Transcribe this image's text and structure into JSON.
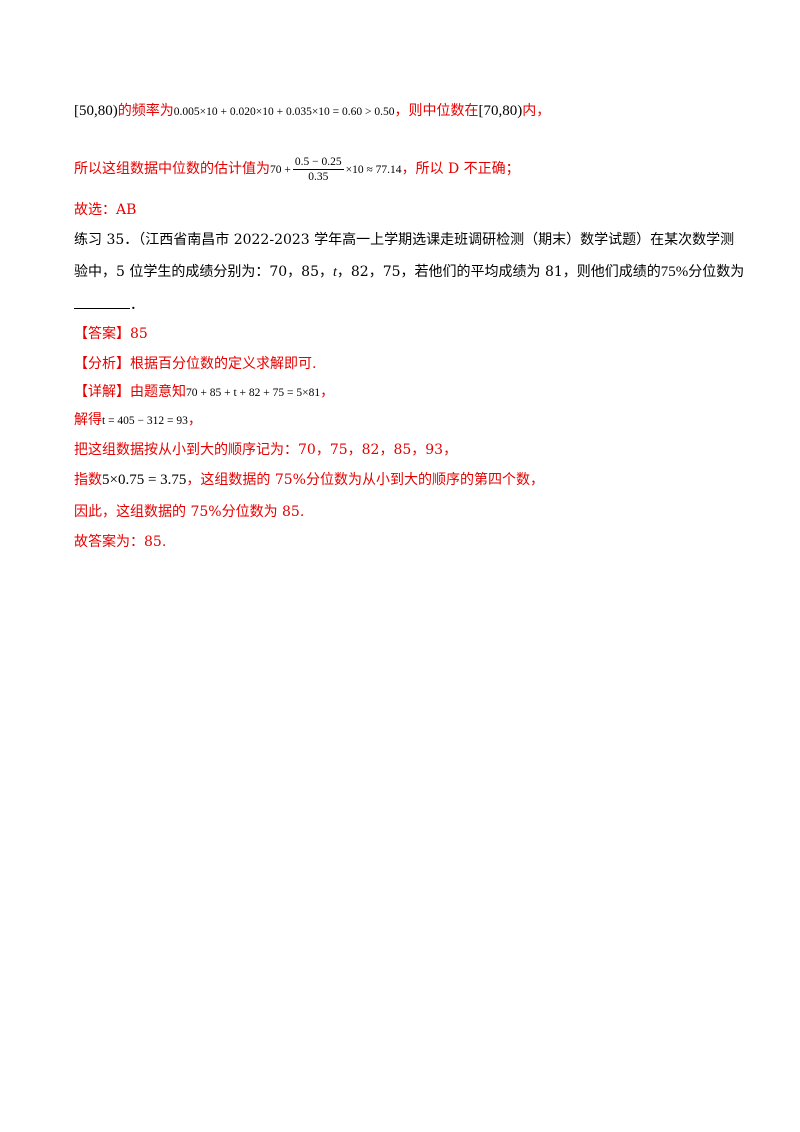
{
  "line1": {
    "interval1": "[50,80)",
    "text1": "的频率为",
    "formula": "0.005×10 + 0.020×10 + 0.035×10 = 0.60 > 0.50",
    "text2": "，则中位数在",
    "interval2": "[70,80)",
    "text3": "内，"
  },
  "line2": {
    "text1": "所以这组数据中位数的估计值为",
    "formula_prefix": "70 +",
    "frac_num": "0.5 − 0.25",
    "frac_den": "0.35",
    "formula_suffix": "×10 ≈ 77.14",
    "text2": "，所以 D 不正确；"
  },
  "line3": {
    "text": "故选：AB"
  },
  "exercise": {
    "line1": "练习 35．（江西省南昌市 2022-2023 学年高一上学期选课走班调研检测（期末）数学试题）在某次数学测",
    "line2_a": "验中，5 位学生的成绩分别为：70，85，",
    "line2_t": "t",
    "line2_b": "，82，75，若他们的平均成绩为 81，则他们成绩的",
    "line2_pct": "75%",
    "line2_c": "分位数为",
    "line3_end": "．"
  },
  "answer": {
    "text": "【答案】85"
  },
  "analysis": {
    "text": "【分析】根据百分位数的定义求解即可."
  },
  "detail": {
    "label": "【详解】由题意知",
    "formula": "70 + 85 + t + 82 + 75 = 5×81",
    "end": "，"
  },
  "solve": {
    "label": "解得",
    "formula": "t = 405 − 312 = 93",
    "end": "，"
  },
  "order": {
    "text": "把这组数据按从小到大的顺序记为：70，75，82，85，93，"
  },
  "index": {
    "label": "指数",
    "formula": "5×0.75 = 3.75",
    "text": "，这组数据的 75%分位数为从小到大的顺序的第四个数，"
  },
  "therefore": {
    "text": "因此，这组数据的 75%分位数为 85."
  },
  "final": {
    "text": "故答案为：85."
  }
}
